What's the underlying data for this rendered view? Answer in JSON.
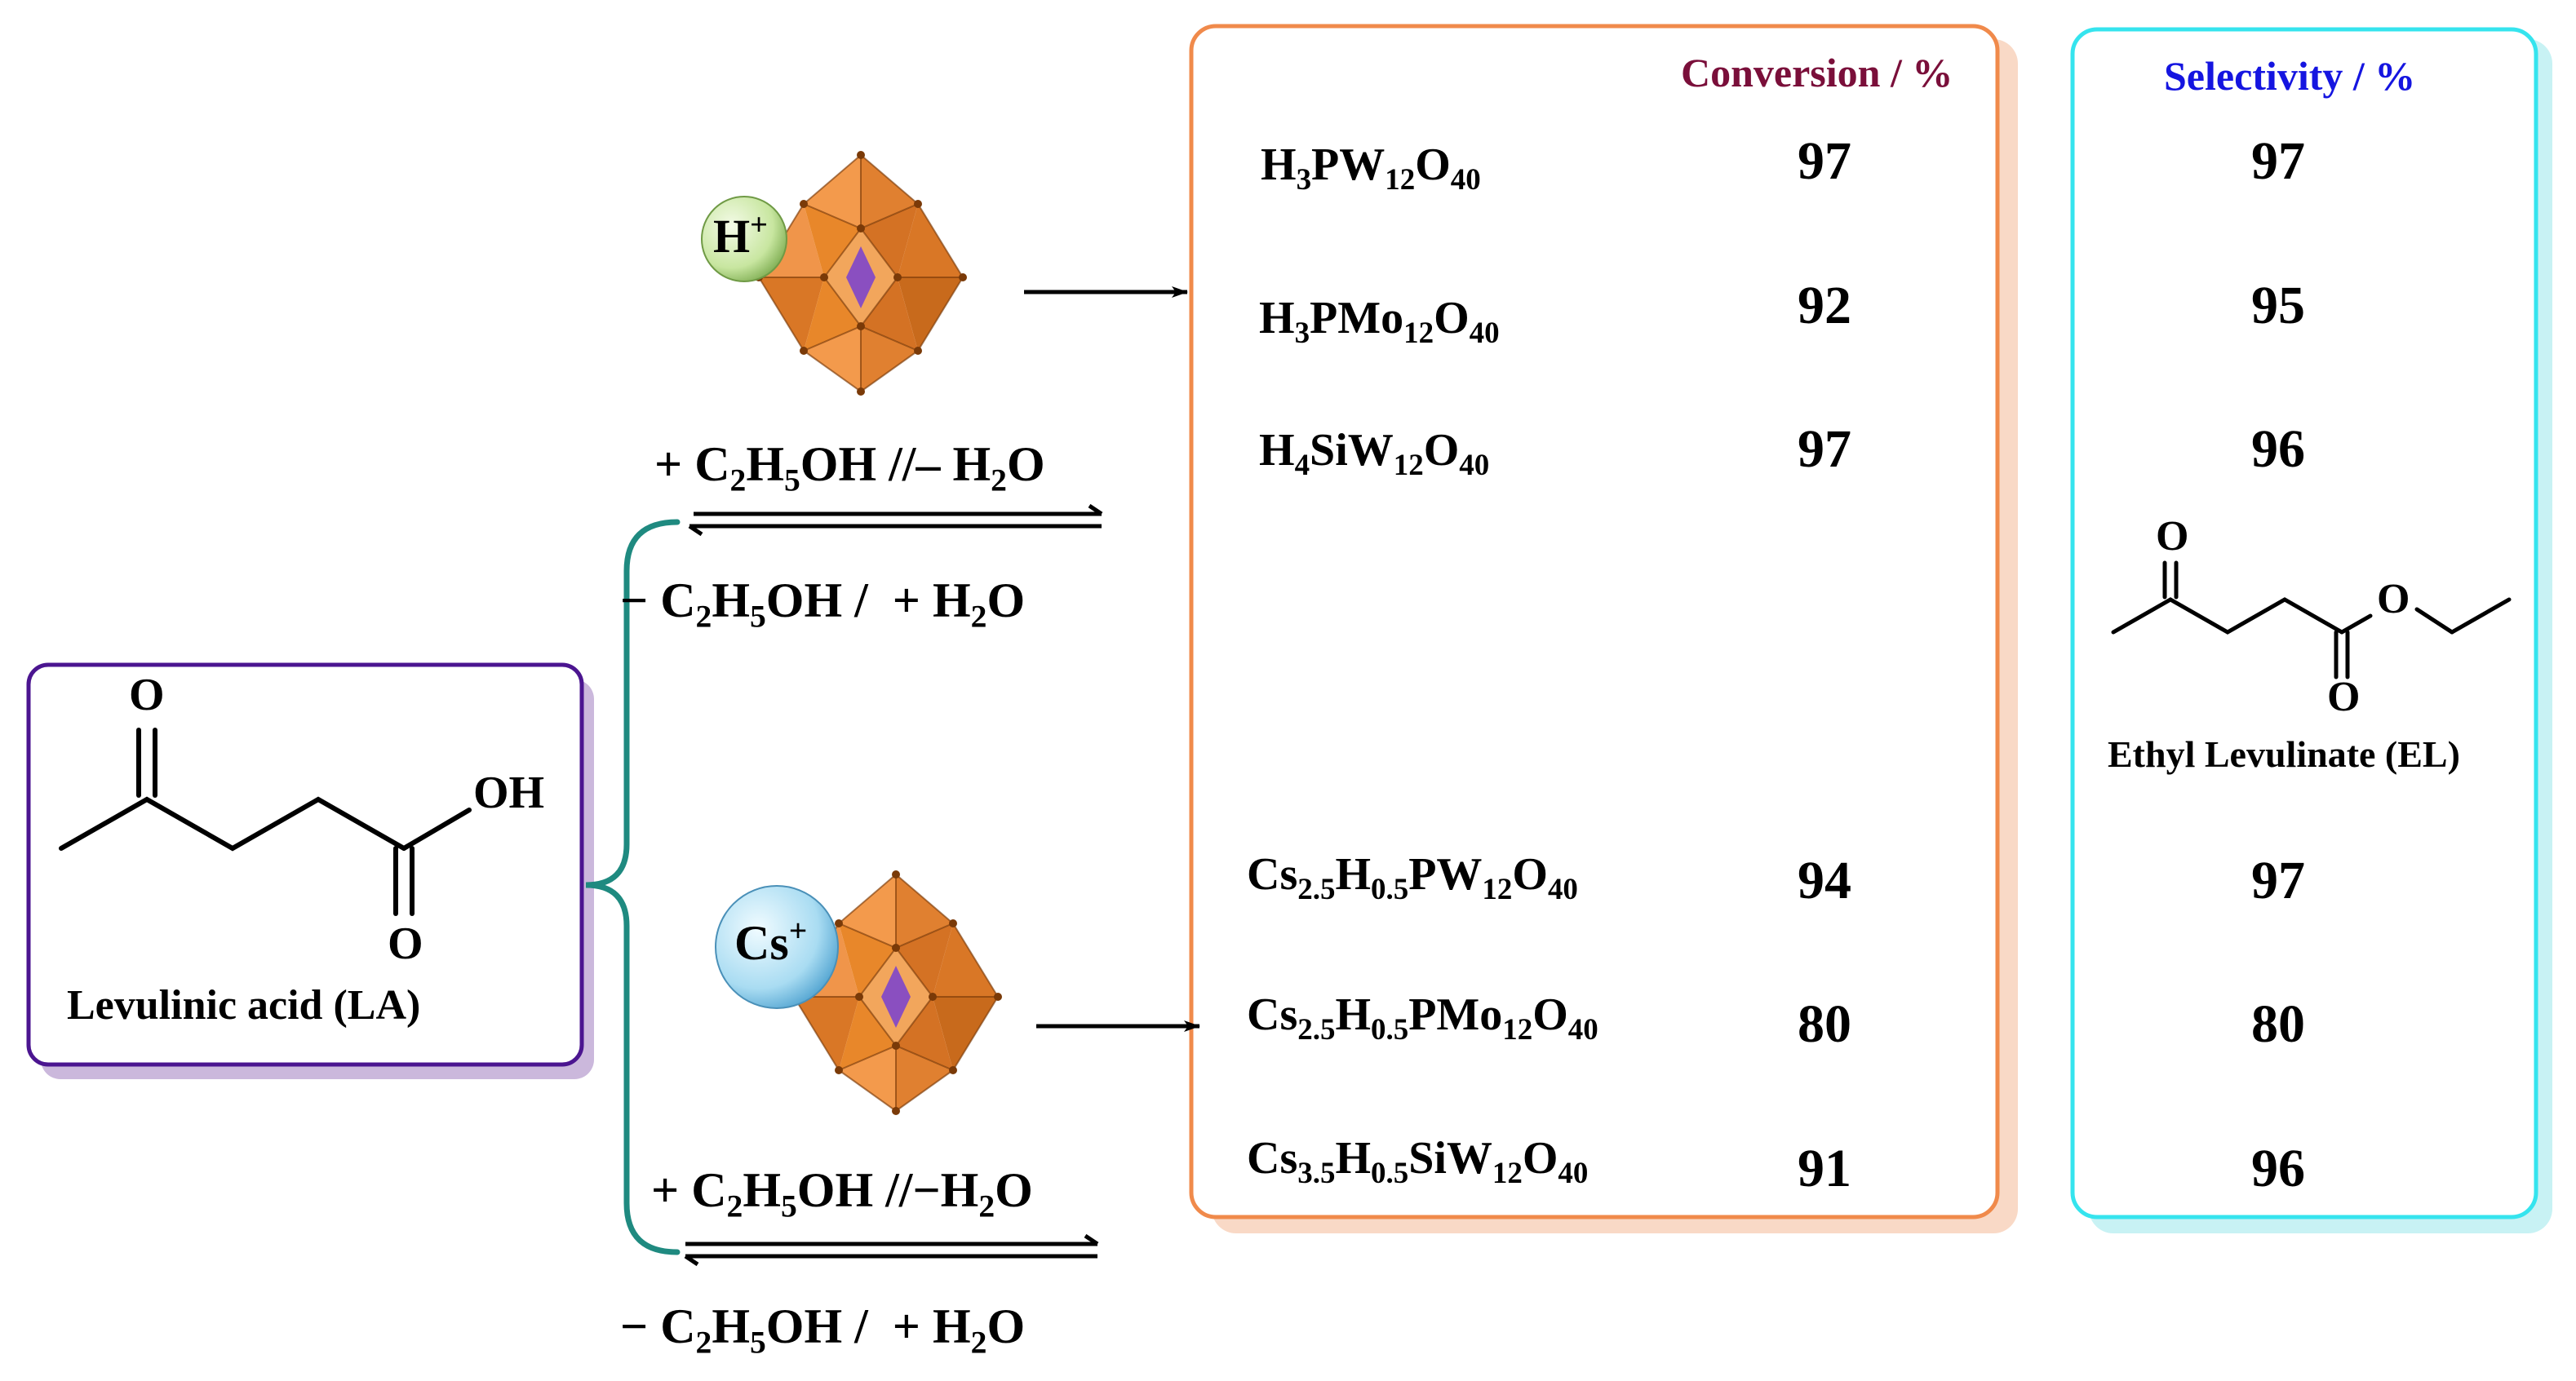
{
  "reactant": {
    "name": "Levulinic acid (LA)",
    "atom_o": "O",
    "atom_oh": "OH",
    "atom_o2": "O"
  },
  "product": {
    "name": "Ethyl Levulinate (EL)",
    "atom_o1": "O",
    "atom_o2": "O",
    "atom_o3": "O"
  },
  "ions": {
    "proton": "H",
    "cesium": "Cs",
    "charge": "+"
  },
  "conditions": {
    "top_forward": [
      "+ C",
      "2",
      "H",
      "5",
      "OH //– H",
      "2",
      "O"
    ],
    "top_reverse": [
      "− C",
      "2",
      "H",
      "5",
      "OH /  + H",
      "2",
      "O"
    ],
    "bottom_forward": [
      "+ C",
      "2",
      "H",
      "5",
      "OH //−H",
      "2",
      "O"
    ],
    "bottom_reverse": [
      "− C",
      "2",
      "H",
      "5",
      "OH /  + H",
      "2",
      "O"
    ]
  },
  "headers": {
    "conversion": "Conversion / %",
    "selectivity": "Selectivity / %"
  },
  "colors": {
    "conversion_header": "#7a0f3a",
    "selectivity_header": "#1515e0",
    "reactant_box": "#4b1590",
    "reactant_shadow": "#cbb8dc",
    "conversion_box": "#f08a4b",
    "conversion_shadow": "#f9d9c6",
    "selectivity_box": "#35e4ee",
    "selectivity_shadow": "#c8f2f4",
    "bracket": "#1f8a80",
    "polyhedron": "#e8872a",
    "proton_ball": "#c8e6a0",
    "cesium_ball": "#a9dcf2"
  },
  "catalysts": [
    {
      "formula": [
        "H",
        "3",
        "PW",
        "12",
        "O",
        "40"
      ],
      "conversion": "97",
      "selectivity": "97"
    },
    {
      "formula": [
        "H",
        "3",
        "PMo",
        "12",
        "O",
        "40"
      ],
      "conversion": "92",
      "selectivity": "95"
    },
    {
      "formula": [
        "H",
        "4",
        "SiW",
        "12",
        "O",
        "40"
      ],
      "conversion": "97",
      "selectivity": "96"
    },
    {
      "formula": [
        "Cs",
        "2.5",
        "H",
        "0.5",
        "PW",
        "12",
        "O",
        "40"
      ],
      "conversion": "94",
      "selectivity": "97"
    },
    {
      "formula": [
        "Cs",
        "2.5",
        "H",
        "0.5",
        "PMo",
        "12",
        "O",
        "40"
      ],
      "conversion": "80",
      "selectivity": "80"
    },
    {
      "formula": [
        "Cs",
        "3.5",
        "H",
        "0.5",
        "SiW",
        "12",
        "O",
        "40"
      ],
      "conversion": "91",
      "selectivity": "96"
    }
  ]
}
